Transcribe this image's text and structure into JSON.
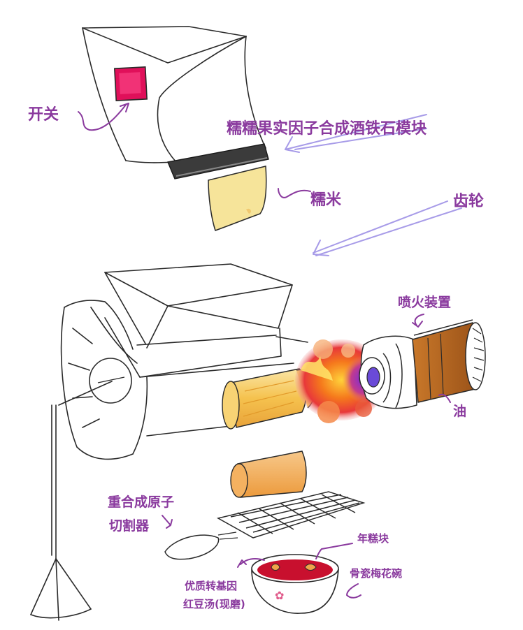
{
  "labels": {
    "switch": "开关",
    "module": "糯糯果实因子合成酒铁石模块",
    "rice": "糯米",
    "gear": "齿轮",
    "flamethrower": "喷火装置",
    "oil": "油",
    "cutter_line1": "重合成原子",
    "cutter_line2": "切割器",
    "cake_chunk": "年糕块",
    "soup_line1": "优质转基因",
    "soup_line2": "红豆汤(现磨)",
    "bowl": "骨瓷梅花碗"
  },
  "colors": {
    "label": "#8a3a9e",
    "arrow_lavender": "#a79be8",
    "switch_red": "#e0105a",
    "rice_yellow": "#f6e49a",
    "oil_brown": "#b86a1e",
    "soup_red": "#c8102e",
    "cake_orange": "#f0a24a",
    "flame_orange": "#f27a1a"
  }
}
